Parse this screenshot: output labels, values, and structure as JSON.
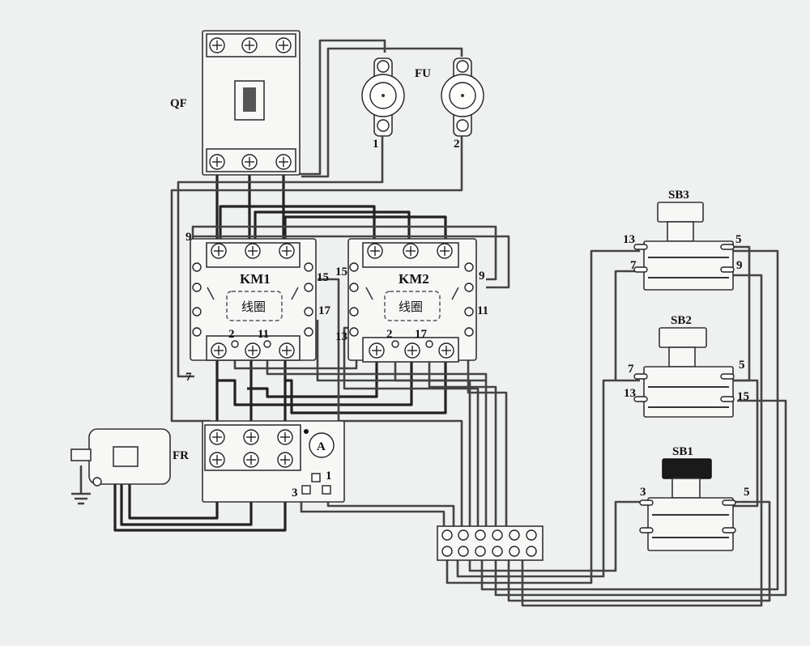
{
  "labels": {
    "qf": "QF",
    "fu": "FU",
    "fu_1": "1",
    "fu_2": "2",
    "km1": "KM1",
    "km2": "KM2",
    "coil_km1": "线圈",
    "coil_km2": "线圈",
    "fr": "FR",
    "ammeter": "A",
    "sb1": "SB1",
    "sb2": "SB2",
    "sb3": "SB3"
  },
  "terminal_numbers": {
    "km1_9": "9",
    "km1_7": "7",
    "km1_2": "2",
    "km1_11": "11",
    "km1_15": "15",
    "km1_17": "17",
    "km2_15": "15",
    "km2_13": "13",
    "km2_2": "2",
    "km2_17": "17",
    "km2_9": "9",
    "km2_11": "11",
    "fr_3": "3",
    "fr_1": "1",
    "sb3_13": "13",
    "sb3_5": "5",
    "sb3_7": "7",
    "sb3_9": "9",
    "sb2_7": "7",
    "sb2_5": "5",
    "sb2_13": "13",
    "sb2_15": "15",
    "sb1_3": "3",
    "sb1_5": "5"
  },
  "colors": {
    "background": "#eef1ef",
    "wire": "#222222",
    "sb1_cap": "#1a1a1a"
  }
}
